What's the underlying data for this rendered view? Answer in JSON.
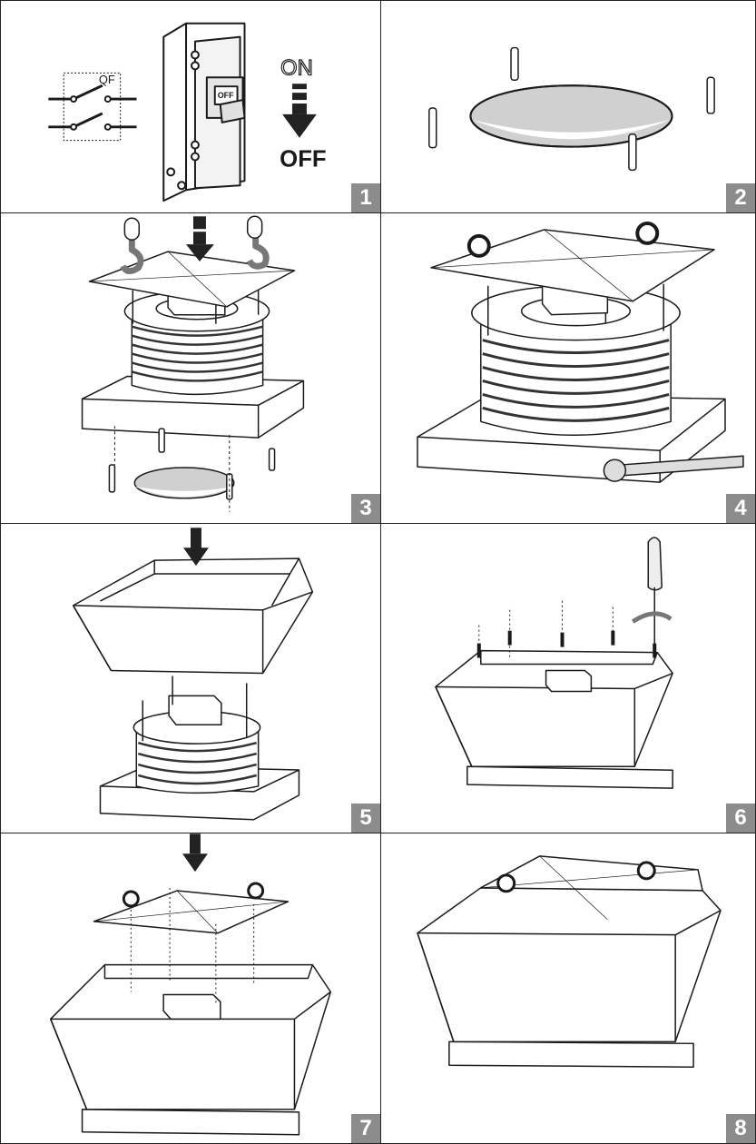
{
  "steps": [
    {
      "number": "1",
      "qf_label": "QF",
      "on_label": "ON",
      "off_label": "OFF",
      "breaker_label": "OFF"
    },
    {
      "number": "2"
    },
    {
      "number": "3"
    },
    {
      "number": "4"
    },
    {
      "number": "5"
    },
    {
      "number": "6"
    },
    {
      "number": "7"
    },
    {
      "number": "8"
    }
  ],
  "colors": {
    "line": "#1a1a1a",
    "opening_fill": "#d0d0d0",
    "badge": "#8c8c8c",
    "arrow": "#222222"
  }
}
